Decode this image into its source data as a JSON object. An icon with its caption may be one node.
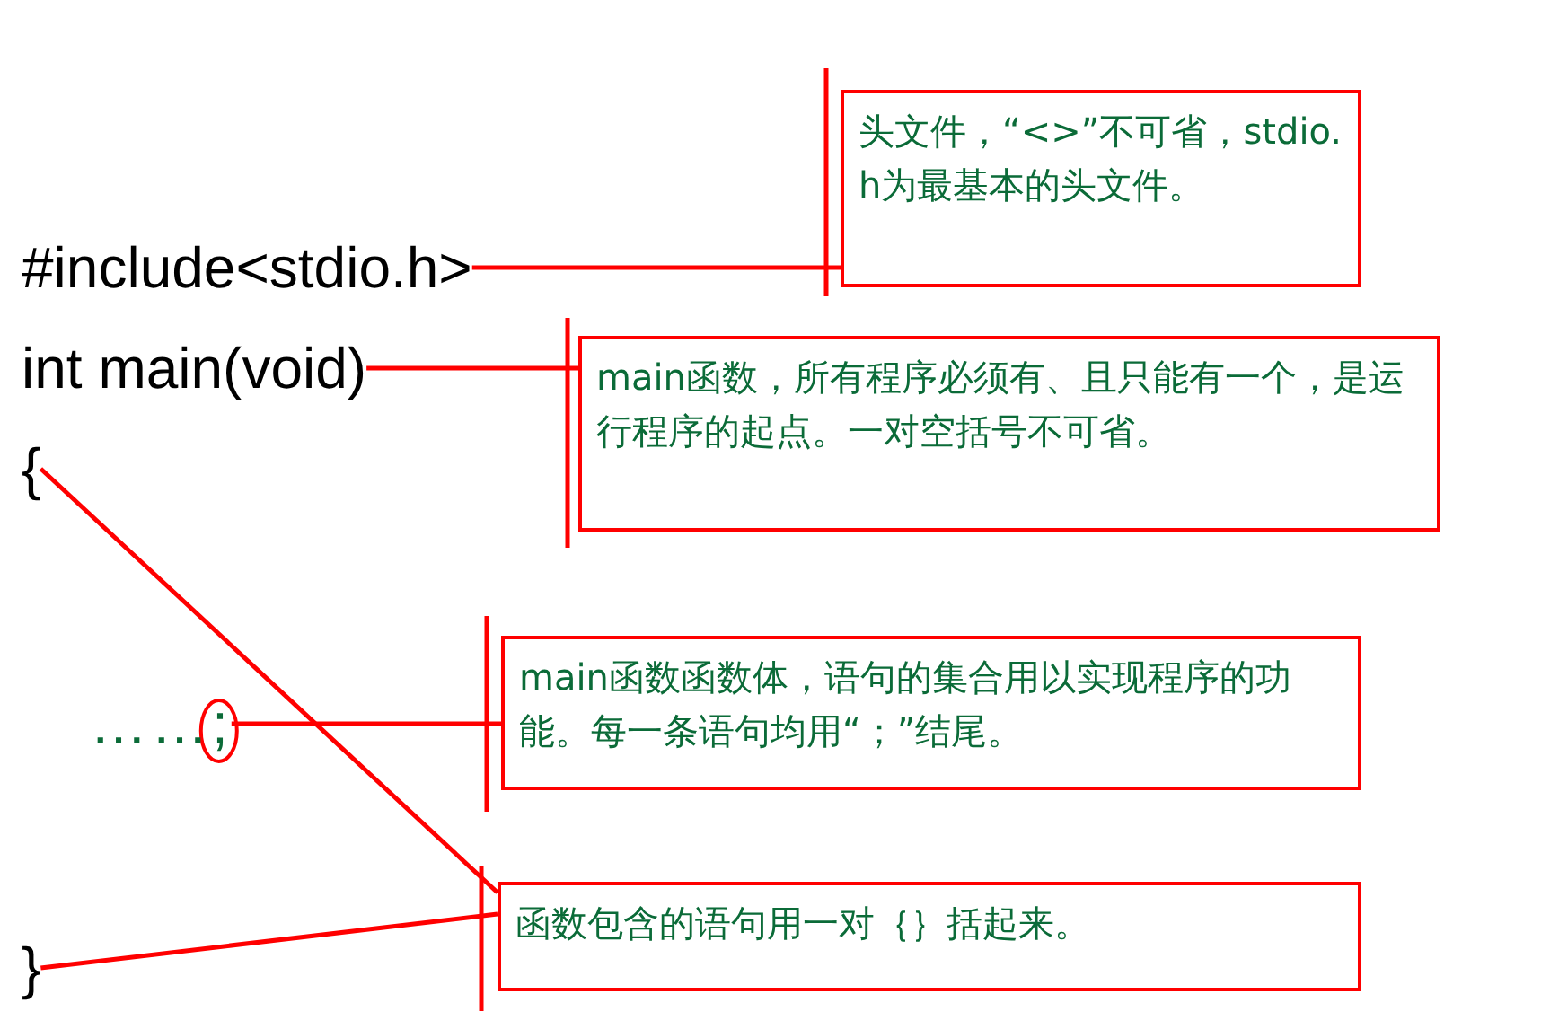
{
  "diagram": {
    "nodes": [
      {
        "text": [
          "头文件，“<>”不可省，stdio.h为最基本的头文件。"
        ]
      },
      {
        "text": [
          "#include<stdio.h>"
        ]
      },
      {
        "text": [
          "int main(void)"
        ]
      },
      {
        "text": [
          "main函数，所有程序必须有、且只能有一个，是运行程序的起点。一对空括号不可省。"
        ]
      },
      {
        "text": [
          "{"
        ]
      },
      {
        "text": [
          "main函数函数体，语句的集合用以实现程序的功能。每一条语句均用“；”结尾。"
        ]
      },
      {
        "text": [
          "……;"
        ]
      },
      {
        "text": [
          "函数包含的语句用一对｛｝括起来。"
        ]
      },
      {
        "text": [
          "}"
        ]
      }
    ],
    "edges": [
      {
        "from": 1,
        "to": 0,
        "arrow": "none"
      },
      {
        "from": 2,
        "to": 3,
        "arrow": "none"
      },
      {
        "from": 6,
        "to": 5,
        "arrow": "none"
      },
      {
        "from": 4,
        "to": 7,
        "arrow": "none"
      },
      {
        "from": 8,
        "to": 7,
        "arrow": "none"
      }
    ]
  }
}
